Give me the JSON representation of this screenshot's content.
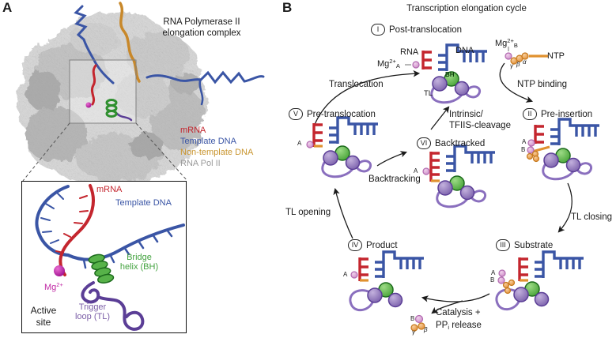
{
  "colors": {
    "rna-red": "#c4262e",
    "dna-blue": "#3a55a5",
    "ntp-orange": "#e0912f",
    "gold": "#c9952f",
    "pol-gray": "#9a9a9a",
    "bh-green": "#44a340",
    "bh-green-dark": "#1c6b1c",
    "tl-purple": "#7b5ea7",
    "tl-purple-dark": "#5b3e96",
    "tl-line": "#8a6fbe",
    "metal-pink-dark": "#b26ab0",
    "mg-magenta": "#c12aa5",
    "ink": "#1a1a1a"
  },
  "panel_a": {
    "label": "A",
    "title": [
      "RNA Polymerase II",
      "elongation complex"
    ],
    "legend": [
      {
        "label": "mRNA",
        "color": "#c4262e"
      },
      {
        "label": "Template DNA",
        "color": "#3a55a5"
      },
      {
        "label": "Non-template DNA",
        "color": "#c9952f"
      },
      {
        "label": "RNA Pol II",
        "color": "#9a9a9a"
      }
    ],
    "inset": {
      "mrna": "mRNA",
      "template_dna": "Template DNA",
      "bridge_helix": [
        "Bridge",
        "helix (BH)"
      ],
      "mg": {
        "base": "Mg",
        "sup": "2+"
      },
      "trigger_loop": [
        "Trigger",
        "loop (TL)"
      ],
      "active_site": [
        "Active",
        "site"
      ]
    }
  },
  "panel_b": {
    "label": "B",
    "title": "Transcription elongation cycle",
    "states": [
      {
        "numeral": "I",
        "name": "Post-translocation"
      },
      {
        "numeral": "II",
        "name": "Pre-insertion"
      },
      {
        "numeral": "III",
        "name": "Substrate"
      },
      {
        "numeral": "IV",
        "name": "Product"
      },
      {
        "numeral": "V",
        "name": "Pre-translocation"
      },
      {
        "numeral": "VI",
        "name": "Backtracked"
      }
    ],
    "transitions": {
      "translocation": "Translocation",
      "ntp_binding": "NTP binding",
      "tl_closing": "TL closing",
      "catalysis_line1": "Catalysis +",
      "pp": "PP",
      "pp_sub": "i",
      "release": " release",
      "tl_opening": "TL opening",
      "backtracking": "Backtracking",
      "cleavage": [
        "Intrinsic/",
        "TFIIS-cleavage"
      ]
    },
    "labels": {
      "rna": "RNA",
      "dna": "DNA",
      "ntp": "NTP",
      "mg": "Mg",
      "mg_sup": "2+",
      "site_a": "A",
      "site_b": "B",
      "bh": "BH",
      "tl": "TL",
      "gamma": "γ",
      "beta": "β",
      "alpha": "α"
    }
  }
}
